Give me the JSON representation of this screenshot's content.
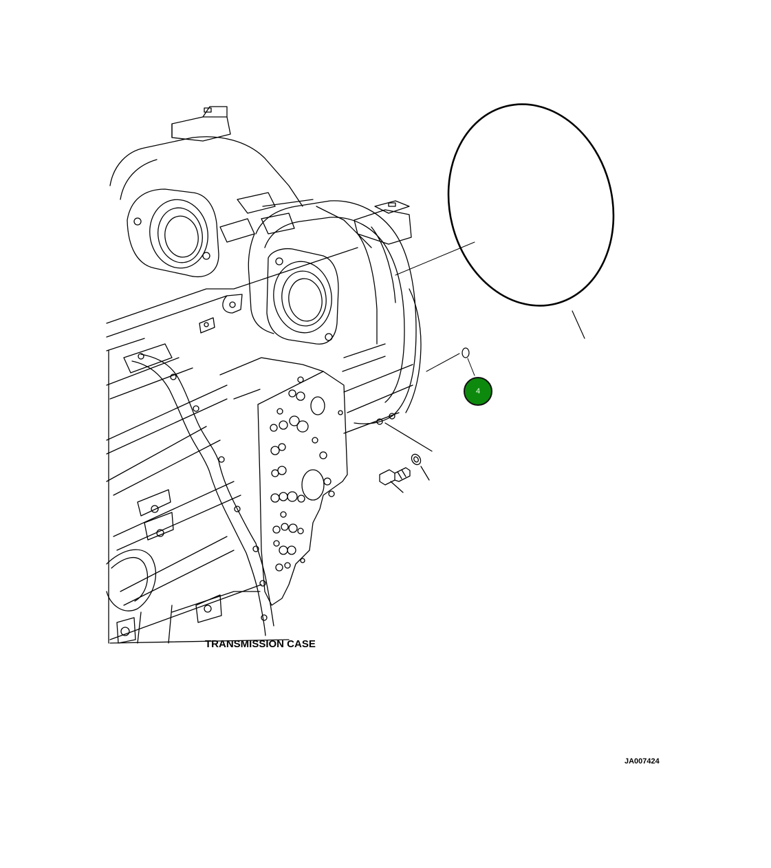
{
  "diagram": {
    "assembly_label": "TRANSMISSION CASE",
    "figure_id": "JA007424",
    "callouts": [
      {
        "number": "4",
        "color": "#0d8a0d"
      }
    ]
  }
}
